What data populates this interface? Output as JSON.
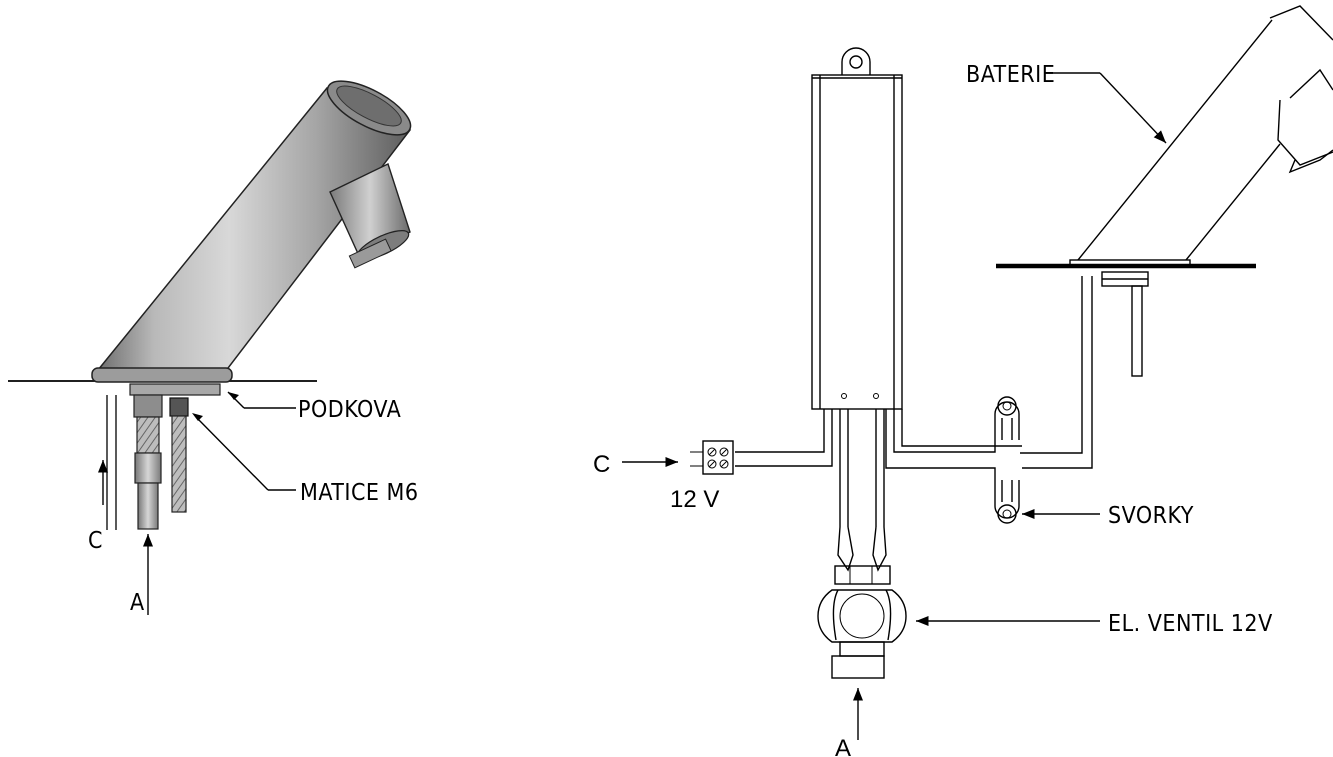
{
  "left_view": {
    "labels": {
      "podkova": "PODKOVA",
      "matice": "MATICE M6",
      "c": "C",
      "a": "A"
    }
  },
  "right_view": {
    "labels": {
      "baterie": "BATERIE",
      "svorky": "SVORKY",
      "el_ventil": "EL. VENTIL 12V",
      "c": "C",
      "voltage": "12 V",
      "a": "A"
    }
  }
}
